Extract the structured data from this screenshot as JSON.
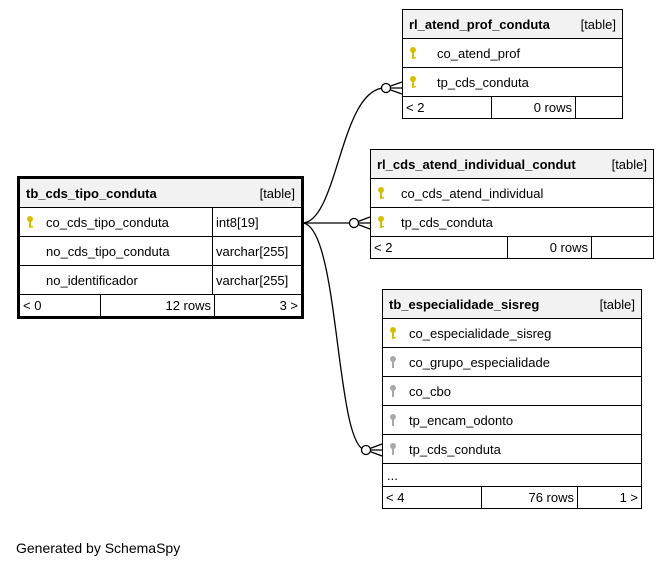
{
  "colors": {
    "primary_key": "#d4c000",
    "foreign_key": "#a8a8a8",
    "header_bg": "#f2f2f2",
    "line": "#000000"
  },
  "tables": {
    "tipo": {
      "name": "tb_cds_tipo_conduta",
      "kind": "[table]",
      "columns": [
        {
          "name": "co_cds_tipo_conduta",
          "type": "int8[19]",
          "key": "primary-key-icon"
        },
        {
          "name": "no_cds_tipo_conduta",
          "type": "varchar[255]",
          "key": ""
        },
        {
          "name": "no_identificador",
          "type": "varchar[255]",
          "key": ""
        }
      ],
      "footer": {
        "parents": "< 0",
        "rows": "12 rows",
        "children": "3 >"
      }
    },
    "atend_prof": {
      "name": "rl_atend_prof_conduta",
      "kind": "[table]",
      "columns": [
        {
          "name": "co_atend_prof",
          "key": "primary-key-icon"
        },
        {
          "name": "tp_cds_conduta",
          "key": "primary-key-icon"
        }
      ],
      "footer": {
        "parents": "< 2",
        "rows": "0 rows",
        "children": ""
      }
    },
    "atend_individual": {
      "name": "rl_cds_atend_individual_condut",
      "kind": "[table]",
      "columns": [
        {
          "name": "co_cds_atend_individual",
          "key": "primary-key-icon"
        },
        {
          "name": "tp_cds_conduta",
          "key": "primary-key-icon"
        }
      ],
      "footer": {
        "parents": "< 2",
        "rows": "0 rows",
        "children": ""
      }
    },
    "especialidade": {
      "name": "tb_especialidade_sisreg",
      "kind": "[table]",
      "columns": [
        {
          "name": "co_especialidade_sisreg",
          "key": "primary-key-icon"
        },
        {
          "name": "co_grupo_especialidade",
          "key": "foreign-key-icon"
        },
        {
          "name": "co_cbo",
          "key": "foreign-key-icon"
        },
        {
          "name": "tp_encam_odonto",
          "key": "foreign-key-icon"
        },
        {
          "name": "tp_cds_conduta",
          "key": "foreign-key-icon"
        }
      ],
      "more": "...",
      "footer": {
        "parents": "< 4",
        "rows": "76 rows",
        "children": "1 >"
      }
    }
  },
  "generated_by": "Generated by SchemaSpy"
}
